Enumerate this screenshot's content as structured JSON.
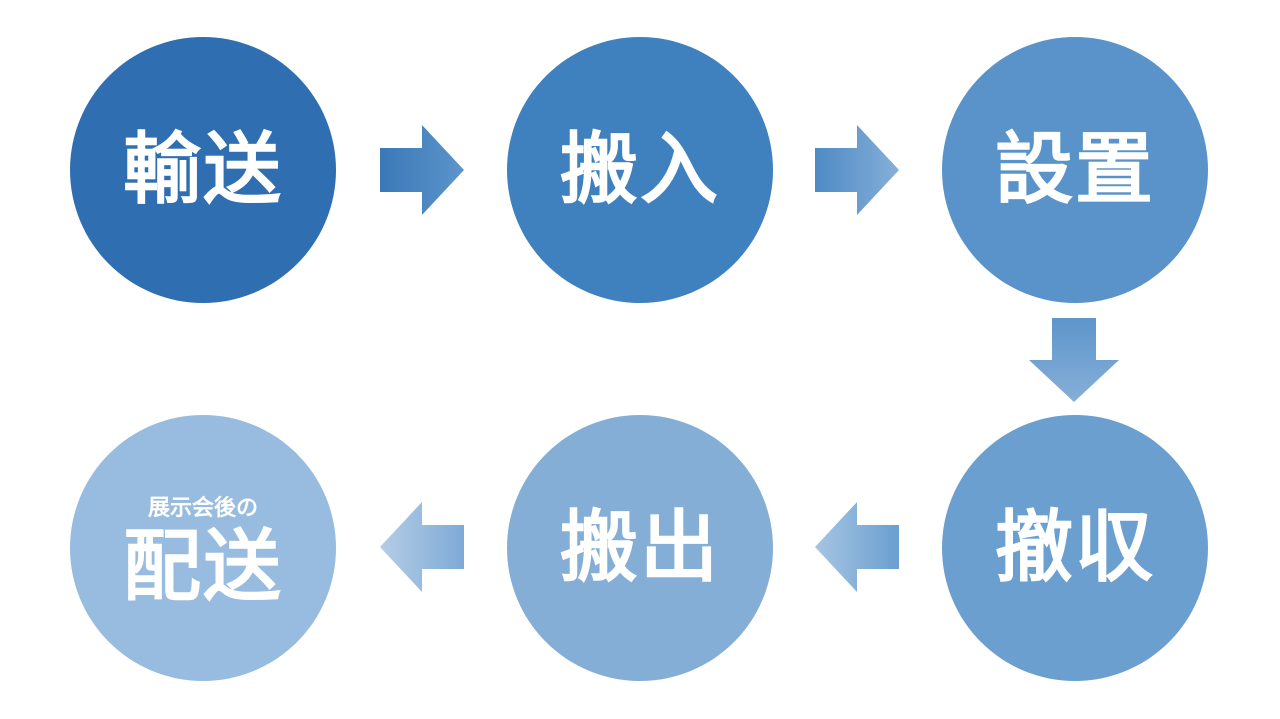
{
  "steps": [
    {
      "label": "輸送",
      "color": "#2f6fb1"
    },
    {
      "label": "搬入",
      "color": "#3f80be"
    },
    {
      "label": "設置",
      "color": "#5a93c9"
    },
    {
      "label": "撤収",
      "color": "#6a9fd0"
    },
    {
      "label": "搬出",
      "color": "#85aed7"
    },
    {
      "label": "配送",
      "sublabel": "展示会後の",
      "color": "#98bcdf"
    }
  ]
}
